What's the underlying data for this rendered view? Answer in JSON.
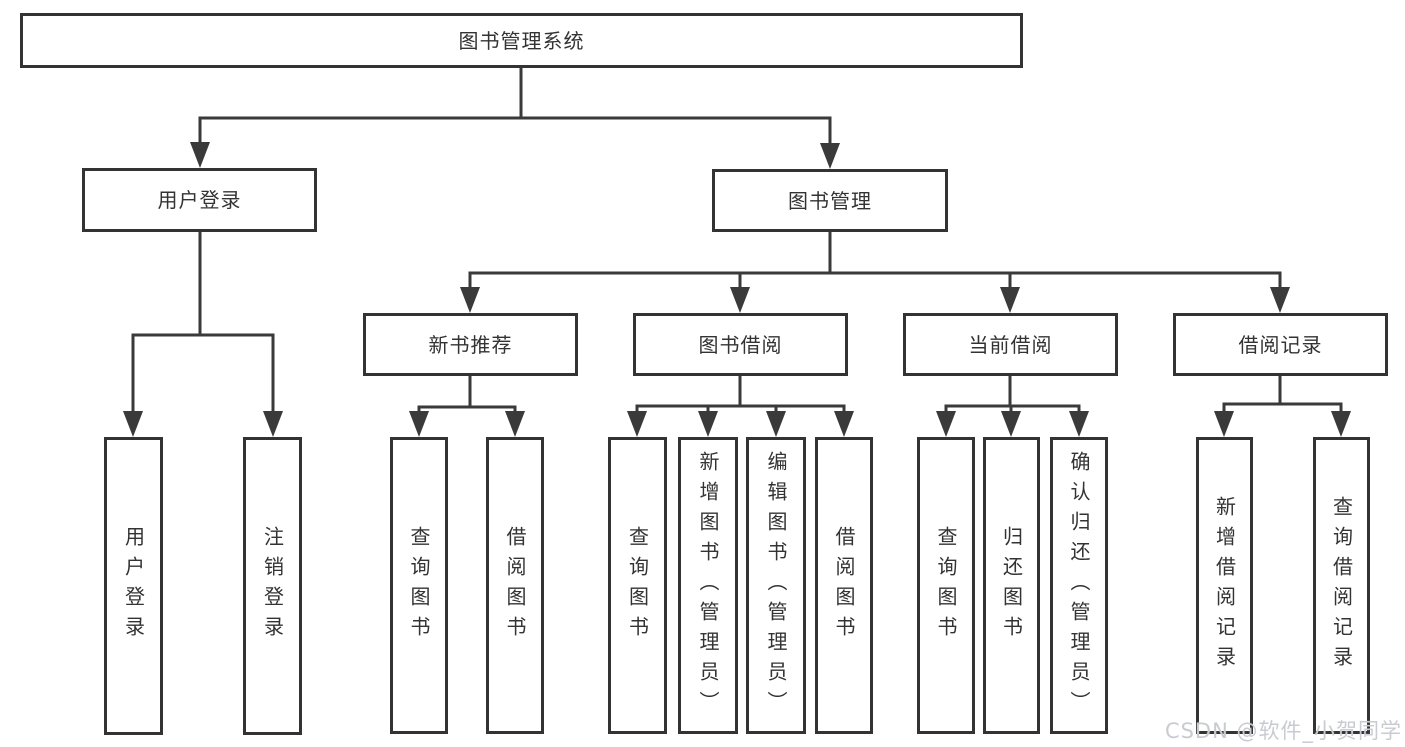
{
  "diagram": {
    "title": "图书管理系统",
    "watermark": "CSDN @软件_小贺同学",
    "colors": {
      "line": "#3a3a3a",
      "border": "#333333",
      "text": "#333333",
      "background": "#ffffff",
      "watermark": "#c9cbd2"
    },
    "nodes": [
      {
        "id": "root",
        "label": "图书管理系统",
        "level": 1,
        "parent": null
      },
      {
        "id": "user-login-module",
        "label": "用户登录",
        "level": 2,
        "parent": "root"
      },
      {
        "id": "book-management",
        "label": "图书管理",
        "level": 2,
        "parent": "root"
      },
      {
        "id": "new-book-recommend",
        "label": "新书推荐",
        "level": 3,
        "parent": "book-management"
      },
      {
        "id": "book-borrowing",
        "label": "图书借阅",
        "level": 3,
        "parent": "book-management"
      },
      {
        "id": "current-borrowing",
        "label": "当前借阅",
        "level": 3,
        "parent": "book-management"
      },
      {
        "id": "borrowing-records",
        "label": "借阅记录",
        "level": 3,
        "parent": "book-management"
      },
      {
        "id": "user-login",
        "label": "用户登录",
        "level": 4,
        "parent": "user-login-module"
      },
      {
        "id": "logout",
        "label": "注销登录",
        "level": 4,
        "parent": "user-login-module"
      },
      {
        "id": "query-books-1",
        "label": "查询图书",
        "level": 4,
        "parent": "new-book-recommend"
      },
      {
        "id": "borrow-books-1",
        "label": "借阅图书",
        "level": 4,
        "parent": "new-book-recommend"
      },
      {
        "id": "query-books-2",
        "label": "查询图书",
        "level": 4,
        "parent": "book-borrowing"
      },
      {
        "id": "add-books-admin",
        "label": "新增图书（管理员）",
        "level": 4,
        "parent": "book-borrowing"
      },
      {
        "id": "edit-books-admin",
        "label": "编辑图书（管理员）",
        "level": 4,
        "parent": "book-borrowing"
      },
      {
        "id": "borrow-books-2",
        "label": "借阅图书",
        "level": 4,
        "parent": "book-borrowing"
      },
      {
        "id": "query-books-3",
        "label": "查询图书",
        "level": 4,
        "parent": "current-borrowing"
      },
      {
        "id": "return-books",
        "label": "归还图书",
        "level": 4,
        "parent": "current-borrowing"
      },
      {
        "id": "confirm-return-admin",
        "label": "确认归还（管理员）",
        "level": 4,
        "parent": "current-borrowing"
      },
      {
        "id": "add-borrow-record",
        "label": "新增借阅记录",
        "level": 4,
        "parent": "borrowing-records"
      },
      {
        "id": "query-borrow-record",
        "label": "查询借阅记录",
        "level": 4,
        "parent": "borrowing-records"
      }
    ]
  }
}
